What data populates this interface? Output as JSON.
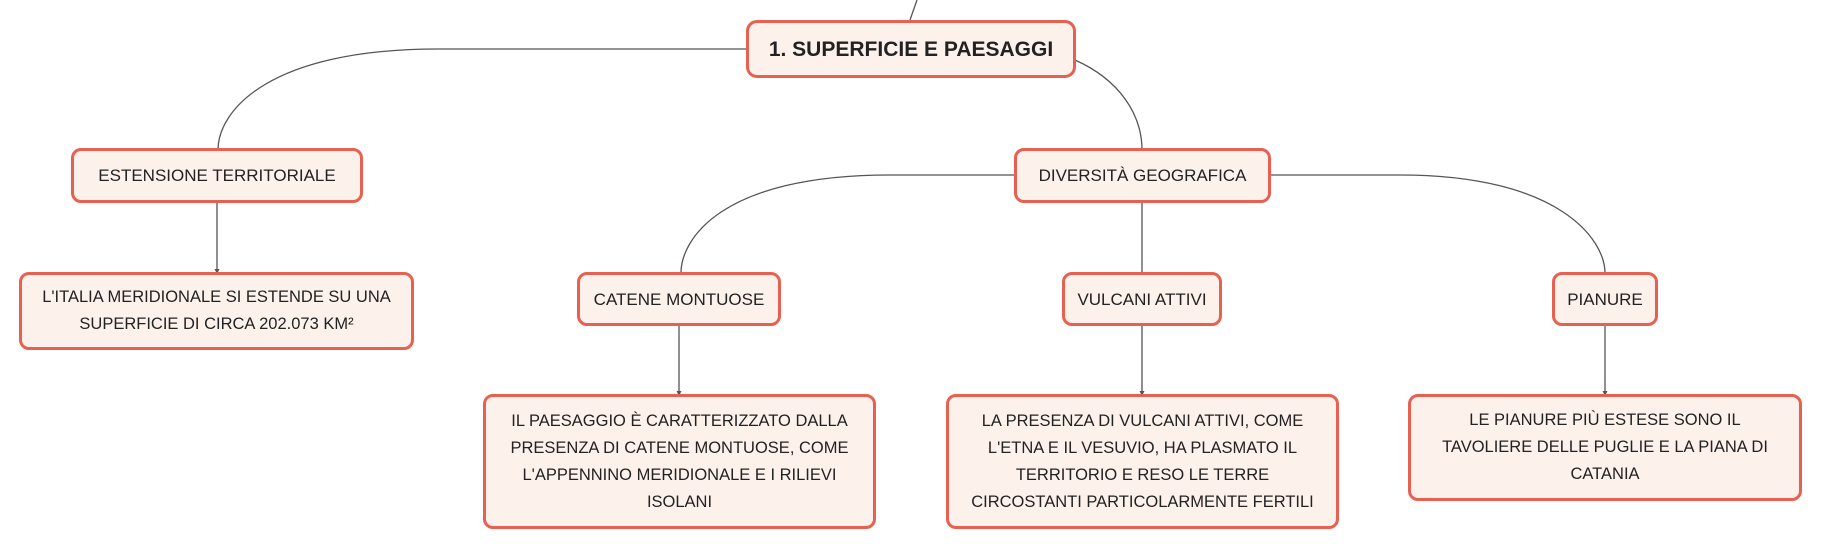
{
  "mindmap": {
    "root": "1. SUPERFICIE E PAESAGGI",
    "extent": {
      "label": "ESTENSIONE TERRITORIALE",
      "detail": "L'ITALIA MERIDIONALE SI ESTENDE SU UNA SUPERFICIE DI CIRCA 202.073 KM²"
    },
    "diversity": {
      "label": "DIVERSITÀ GEOGRAFICA",
      "mountains": {
        "label": "CATENE MONTUOSE",
        "detail": "IL PAESAGGIO È CARATTERIZZATO DALLA PRESENZA DI CATENE MONTUOSE, COME L'APPENNINO MERIDIONALE E I RILIEVI ISOLANI"
      },
      "volcanoes": {
        "label": "VULCANI ATTIVI",
        "detail": "LA PRESENZA DI VULCANI ATTIVI, COME L'ETNA E IL VESUVIO, HA PLASMATO IL TERRITORIO E RESO LE TERRE CIRCOSTANTI PARTICOLARMENTE FERTILI"
      },
      "plains": {
        "label": "PIANURE",
        "detail": "LE PIANURE PIÙ ESTESE SONO IL TAVOLIERE DELLE PUGLIE E LA PIANA DI CATANIA"
      }
    }
  },
  "colors": {
    "node_border": "#e8604f",
    "node_fill": "#fdf1ec",
    "connector": "#555555"
  }
}
